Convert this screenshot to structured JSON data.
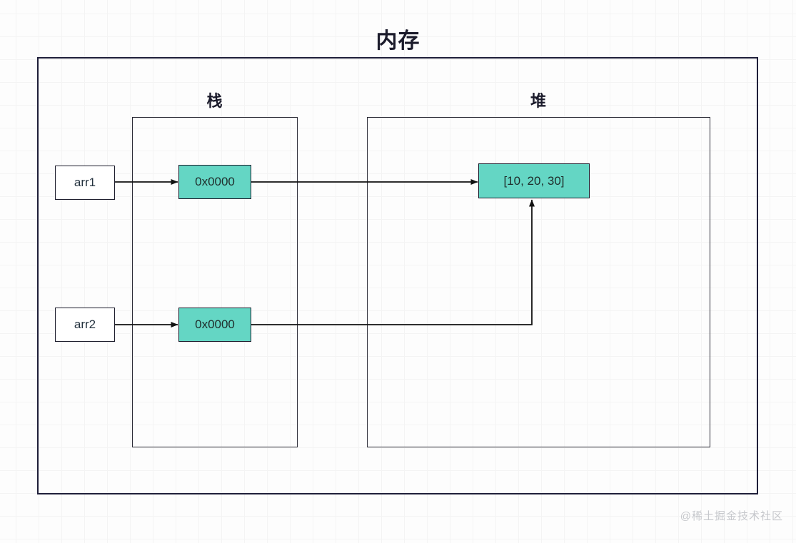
{
  "diagram": {
    "title": "内存",
    "sections": {
      "stack": {
        "label": "栈"
      },
      "heap": {
        "label": "堆"
      }
    },
    "nodes": {
      "var1": {
        "label": "arr1"
      },
      "var2": {
        "label": "arr2"
      },
      "pointer1": {
        "label": "0x0000"
      },
      "pointer2": {
        "label": "0x0000"
      },
      "heap_object": {
        "label": "[10, 20, 30]"
      }
    },
    "colors": {
      "accent_fill": "#64d6c4",
      "frame_border": "#1f1f3a",
      "box_border": "#1b1b2b",
      "connector": "#000000",
      "grid": "#e9e9e9",
      "watermark": "#c6c8cc"
    },
    "watermark": "@稀土掘金技术社区"
  }
}
